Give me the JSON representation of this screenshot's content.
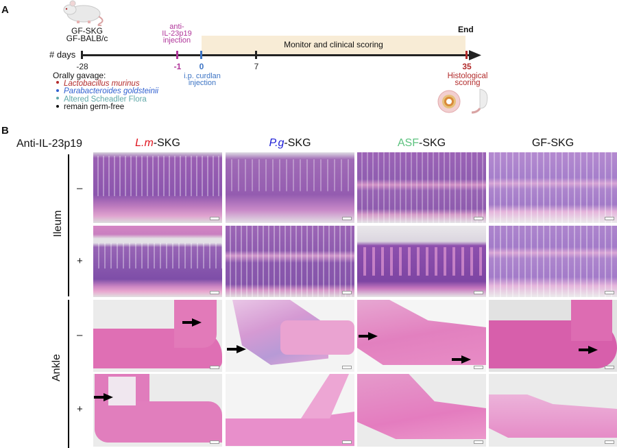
{
  "panel_a": {
    "letter": "A",
    "mouse_strains": [
      "GF-SKG",
      "GF-BALB/c"
    ],
    "axis_label": "# days",
    "monitor_label": "Monitor and clinical scoring",
    "end_label": "End",
    "ticks": [
      {
        "label": "-28",
        "color": "#222222"
      },
      {
        "label": "-1",
        "color": "#b0359a"
      },
      {
        "label": "0",
        "color": "#3d74c4"
      },
      {
        "label": "7",
        "color": "#222222"
      },
      {
        "label": "35",
        "color": "#b22a2a"
      }
    ],
    "anti_il_label": [
      "anti-",
      "IL-23p19",
      "injection"
    ],
    "curdlan_label": [
      "i.p. curdlan",
      "injection"
    ],
    "histo_label": [
      "Histological",
      "scoring"
    ],
    "gavage_title": "Orally gavage:",
    "gavage_items": [
      {
        "label": "Lactobacillus murinus",
        "color": "#b22a2a",
        "italic": true
      },
      {
        "label": "Parabacteroides goldsteinii",
        "color": "#2f5fd0",
        "italic": true
      },
      {
        "label": "Altered Scheadler Flora",
        "color": "#5fa8a8",
        "italic": false
      },
      {
        "label": "remain germ-free",
        "color": "#111111",
        "italic": false
      }
    ]
  },
  "panel_b": {
    "letter": "B",
    "treatment_label": "Anti-IL-23p19",
    "columns": [
      {
        "prefix": "L.m",
        "prefix_color": "#e0141e",
        "prefix_italic": true,
        "suffix": "-SKG"
      },
      {
        "prefix": "P.g",
        "prefix_color": "#1b1bd6",
        "prefix_italic": true,
        "suffix": "-SKG"
      },
      {
        "prefix": "ASF",
        "prefix_color": "#5cc27e",
        "prefix_italic": false,
        "suffix": "-SKG"
      },
      {
        "prefix": "GF",
        "prefix_color": "#111111",
        "prefix_italic": false,
        "suffix": "-SKG"
      }
    ],
    "row_groups": [
      {
        "label": "Ileum",
        "rows": [
          {
            "sign": "–"
          },
          {
            "sign": "+"
          }
        ]
      },
      {
        "label": "Ankle",
        "rows": [
          {
            "sign": "–"
          },
          {
            "sign": "+"
          }
        ]
      }
    ],
    "image_tiles": [
      {
        "tissue": "ileum",
        "treatment": "-",
        "group": "L.m-SKG"
      },
      {
        "tissue": "ileum",
        "treatment": "-",
        "group": "P.g-SKG"
      },
      {
        "tissue": "ileum",
        "treatment": "-",
        "group": "ASF-SKG"
      },
      {
        "tissue": "ileum",
        "treatment": "-",
        "group": "GF-SKG"
      },
      {
        "tissue": "ileum",
        "treatment": "+",
        "group": "L.m-SKG"
      },
      {
        "tissue": "ileum",
        "treatment": "+",
        "group": "P.g-SKG"
      },
      {
        "tissue": "ileum",
        "treatment": "+",
        "group": "ASF-SKG"
      },
      {
        "tissue": "ileum",
        "treatment": "+",
        "group": "GF-SKG"
      },
      {
        "tissue": "ankle",
        "treatment": "-",
        "group": "L.m-SKG",
        "arrows": 1
      },
      {
        "tissue": "ankle",
        "treatment": "-",
        "group": "P.g-SKG",
        "arrows": 1
      },
      {
        "tissue": "ankle",
        "treatment": "-",
        "group": "ASF-SKG",
        "arrows": 2
      },
      {
        "tissue": "ankle",
        "treatment": "-",
        "group": "GF-SKG",
        "arrows": 1
      },
      {
        "tissue": "ankle",
        "treatment": "+",
        "group": "L.m-SKG",
        "arrows": 1
      },
      {
        "tissue": "ankle",
        "treatment": "+",
        "group": "P.g-SKG",
        "arrows": 0
      },
      {
        "tissue": "ankle",
        "treatment": "+",
        "group": "ASF-SKG",
        "arrows": 0
      },
      {
        "tissue": "ankle",
        "treatment": "+",
        "group": "GF-SKG",
        "arrows": 0
      }
    ]
  }
}
